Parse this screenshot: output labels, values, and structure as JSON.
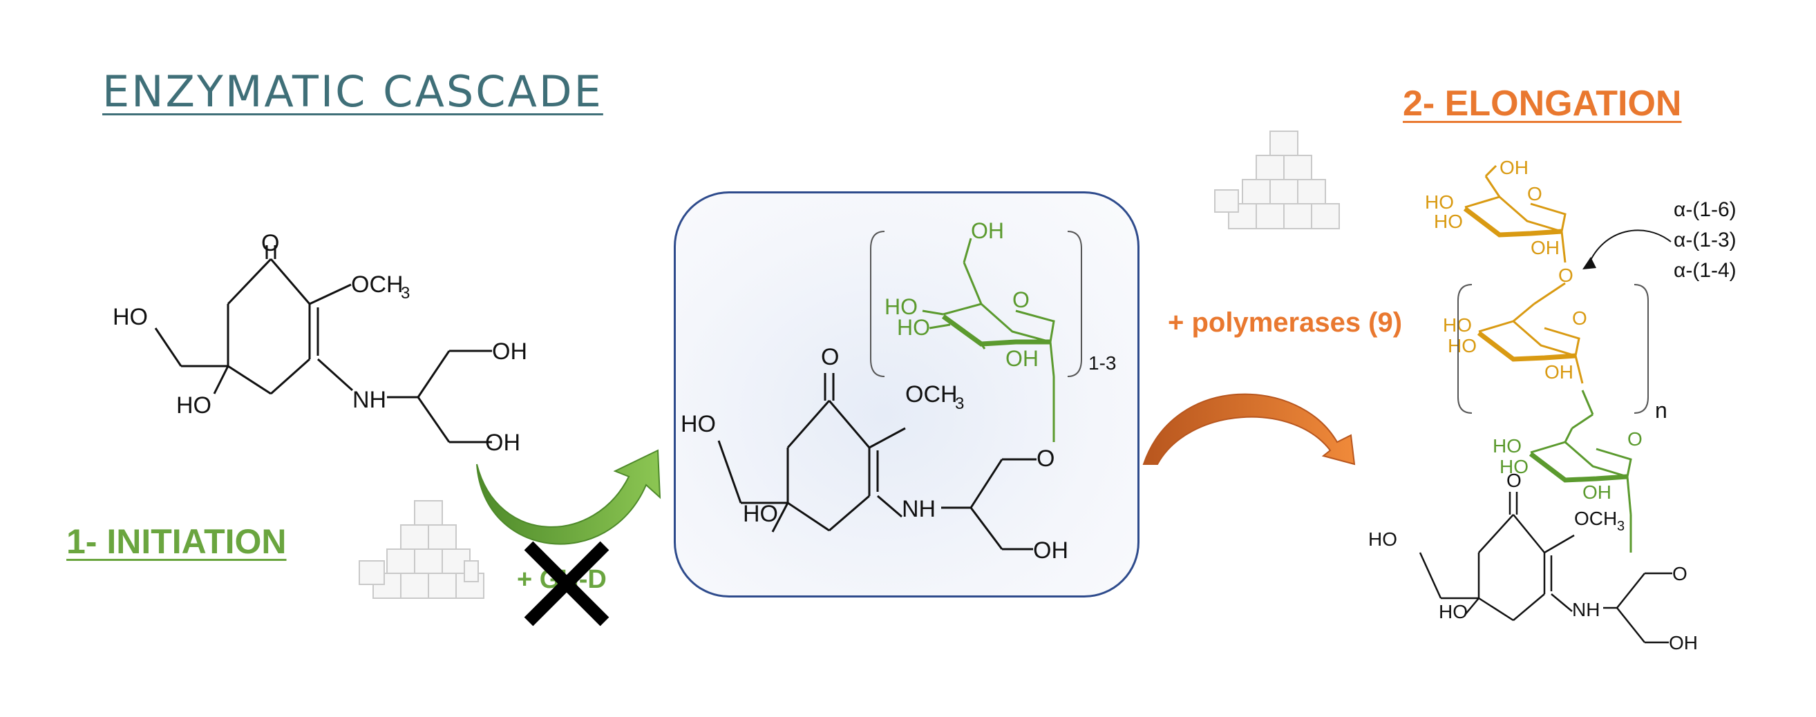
{
  "title": "ENZYMATIC CASCADE",
  "step1_label": "1- INITIATION",
  "step2_label": "2- ELONGATION",
  "enzyme_label": "+ GH-D",
  "polymerase_label": "+ polymerases (9)",
  "linkages": [
    "α-(1-6)",
    "α-(1-3)",
    "α-(1-4)"
  ],
  "repeat_count_label": "1-3",
  "polymer_index": "n",
  "atoms": {
    "O": "O",
    "OCH3": "OCH",
    "sub3": "3",
    "HO": "HO",
    "OH": "OH",
    "NH": "NH"
  },
  "colors": {
    "title": "#3f6f78",
    "initiation": "#6aa53f",
    "elongation": "#e9782f",
    "glucose_green": "#5b9a2e",
    "glucose_gold": "#d99a12",
    "box_border": "#2e4b8c"
  }
}
